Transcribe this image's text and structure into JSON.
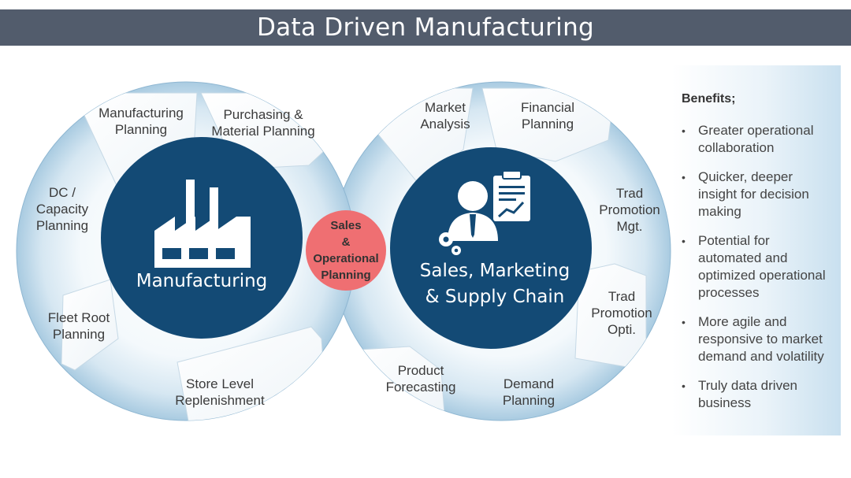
{
  "title": "Data Driven Manufacturing",
  "left_hub": {
    "label": "Manufacturing",
    "icon": "factory-icon"
  },
  "right_hub": {
    "label_line1": "Sales, Marketing",
    "label_line2": "& Supply Chain",
    "icon": "businessman-report-icon"
  },
  "center": {
    "line1": "Sales",
    "line2": "&",
    "line3": "Operational",
    "line4": "Planning"
  },
  "left_segments": [
    {
      "lines": [
        "Manufacturing",
        "Planning"
      ]
    },
    {
      "lines": [
        "Purchasing &",
        "Material Planning"
      ]
    },
    {
      "lines": [
        "DC /",
        "Capacity",
        "Planning"
      ]
    },
    {
      "lines": [
        "Fleet Root",
        "Planning"
      ]
    },
    {
      "lines": [
        "Store Level",
        "Replenishment"
      ]
    }
  ],
  "right_segments": [
    {
      "lines": [
        "Market",
        "Analysis"
      ]
    },
    {
      "lines": [
        "Financial",
        "Planning"
      ]
    },
    {
      "lines": [
        "Trad",
        "Promotion",
        "Mgt."
      ]
    },
    {
      "lines": [
        "Trad",
        "Promotion",
        "Opti."
      ]
    },
    {
      "lines": [
        "Product",
        "Forecasting"
      ]
    },
    {
      "lines": [
        "Demand",
        "Planning"
      ]
    }
  ],
  "benefits": {
    "title": "Benefits;",
    "bullet": "•",
    "items": [
      {
        "lines": [
          "Greater operational",
          "collaboration"
        ]
      },
      {
        "lines": [
          "Quicker, deeper",
          "insight for decision",
          "making"
        ]
      },
      {
        "lines": [
          "Potential for",
          "automated and",
          "optimized operational",
          "processes"
        ]
      },
      {
        "lines": [
          "More agile and",
          "responsive to market",
          "demand and volatility"
        ]
      },
      {
        "lines": [
          "Truly data driven",
          "business"
        ]
      }
    ]
  },
  "colors": {
    "title_bar": "#525c6c",
    "hub": "#134a75",
    "center": "#ef6f72",
    "ring_outer": "#9dc4dd",
    "ring_inner": "#ffffff"
  }
}
